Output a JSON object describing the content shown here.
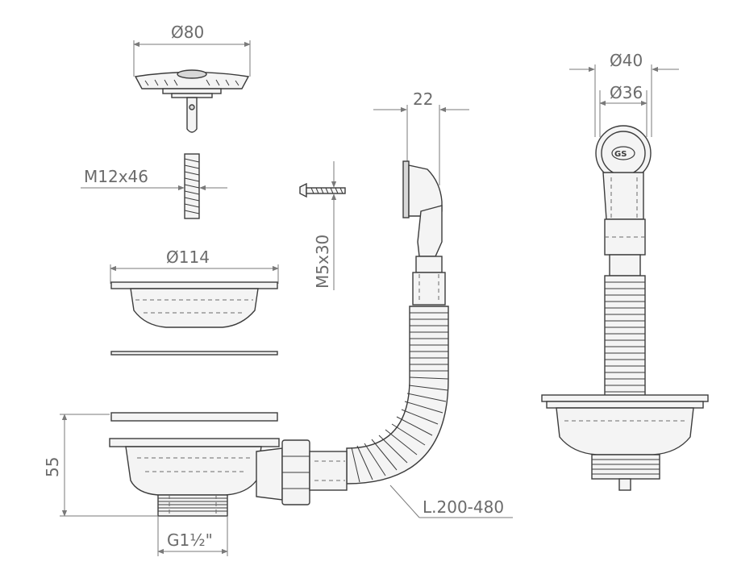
{
  "dimensions": {
    "basket_diameter": "Ø80",
    "screw_label": "M12x46",
    "flange_diameter": "Ø114",
    "mounting_screw": "M5x30",
    "elbow_width": "22",
    "overflow_outer_diameter": "Ø40",
    "overflow_inner_diameter": "Ø36",
    "body_height": "55",
    "thread_size": "G1½\"",
    "hose_length": "L.200-480"
  },
  "colors": {
    "line": "#3c3c3c",
    "dimension": "#6b6b6b",
    "fill": "#f4f4f4"
  },
  "icons": {
    "logo": "brand-logo-icon"
  }
}
